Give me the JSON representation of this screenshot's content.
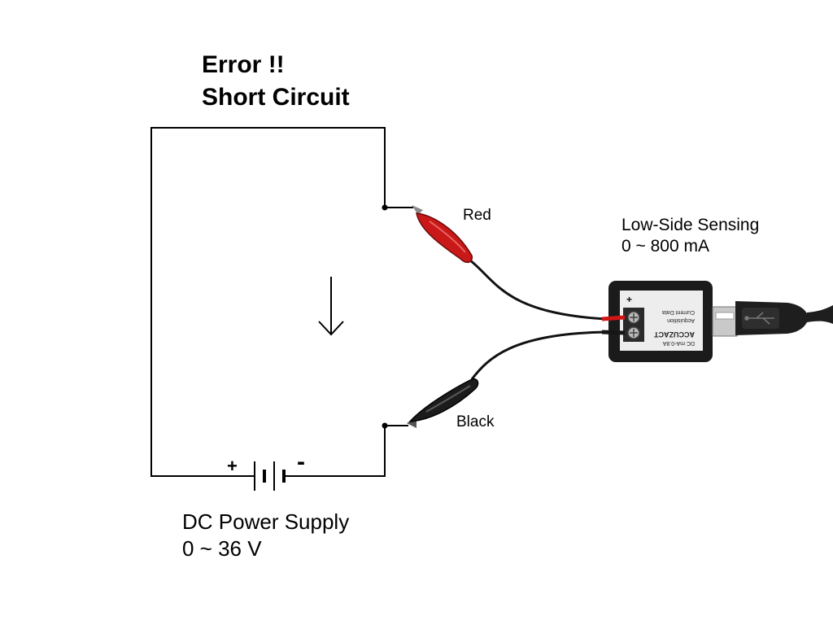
{
  "title": {
    "line1": "Error !!",
    "line2": "Short Circuit"
  },
  "labels": {
    "red_lead": "Red",
    "black_lead": "Black",
    "sensing_line1": "Low-Side Sensing",
    "sensing_line2": "0 ~ 800 mA",
    "psu_line1": "DC Power Supply",
    "psu_line2": "0 ~ 36 V"
  },
  "battery": {
    "plus": "+",
    "minus": "-"
  },
  "module": {
    "label_line1": "DC mA-0.8A",
    "label_line2": "ACCUZACT",
    "label_line3": "Acquisition",
    "label_line4": "Current Data",
    "plus_mark": "+"
  },
  "colors": {
    "wire": "#000000",
    "red_clip": "#d21616",
    "black_clip": "#161616",
    "module_body": "#1b1b1b"
  }
}
